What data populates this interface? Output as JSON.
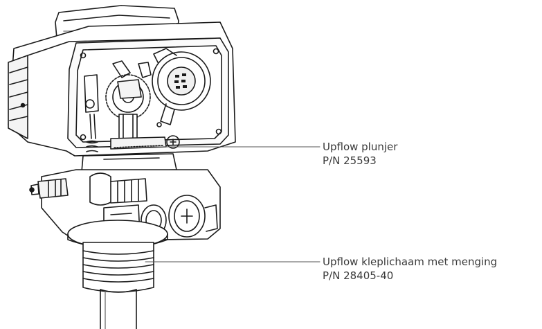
{
  "callouts": [
    {
      "name": "Upflow plunjer",
      "part_number": "P/N 25593"
    },
    {
      "name": "Upflow kleplichaam met menging",
      "part_number": "P/N 28405-40"
    }
  ]
}
